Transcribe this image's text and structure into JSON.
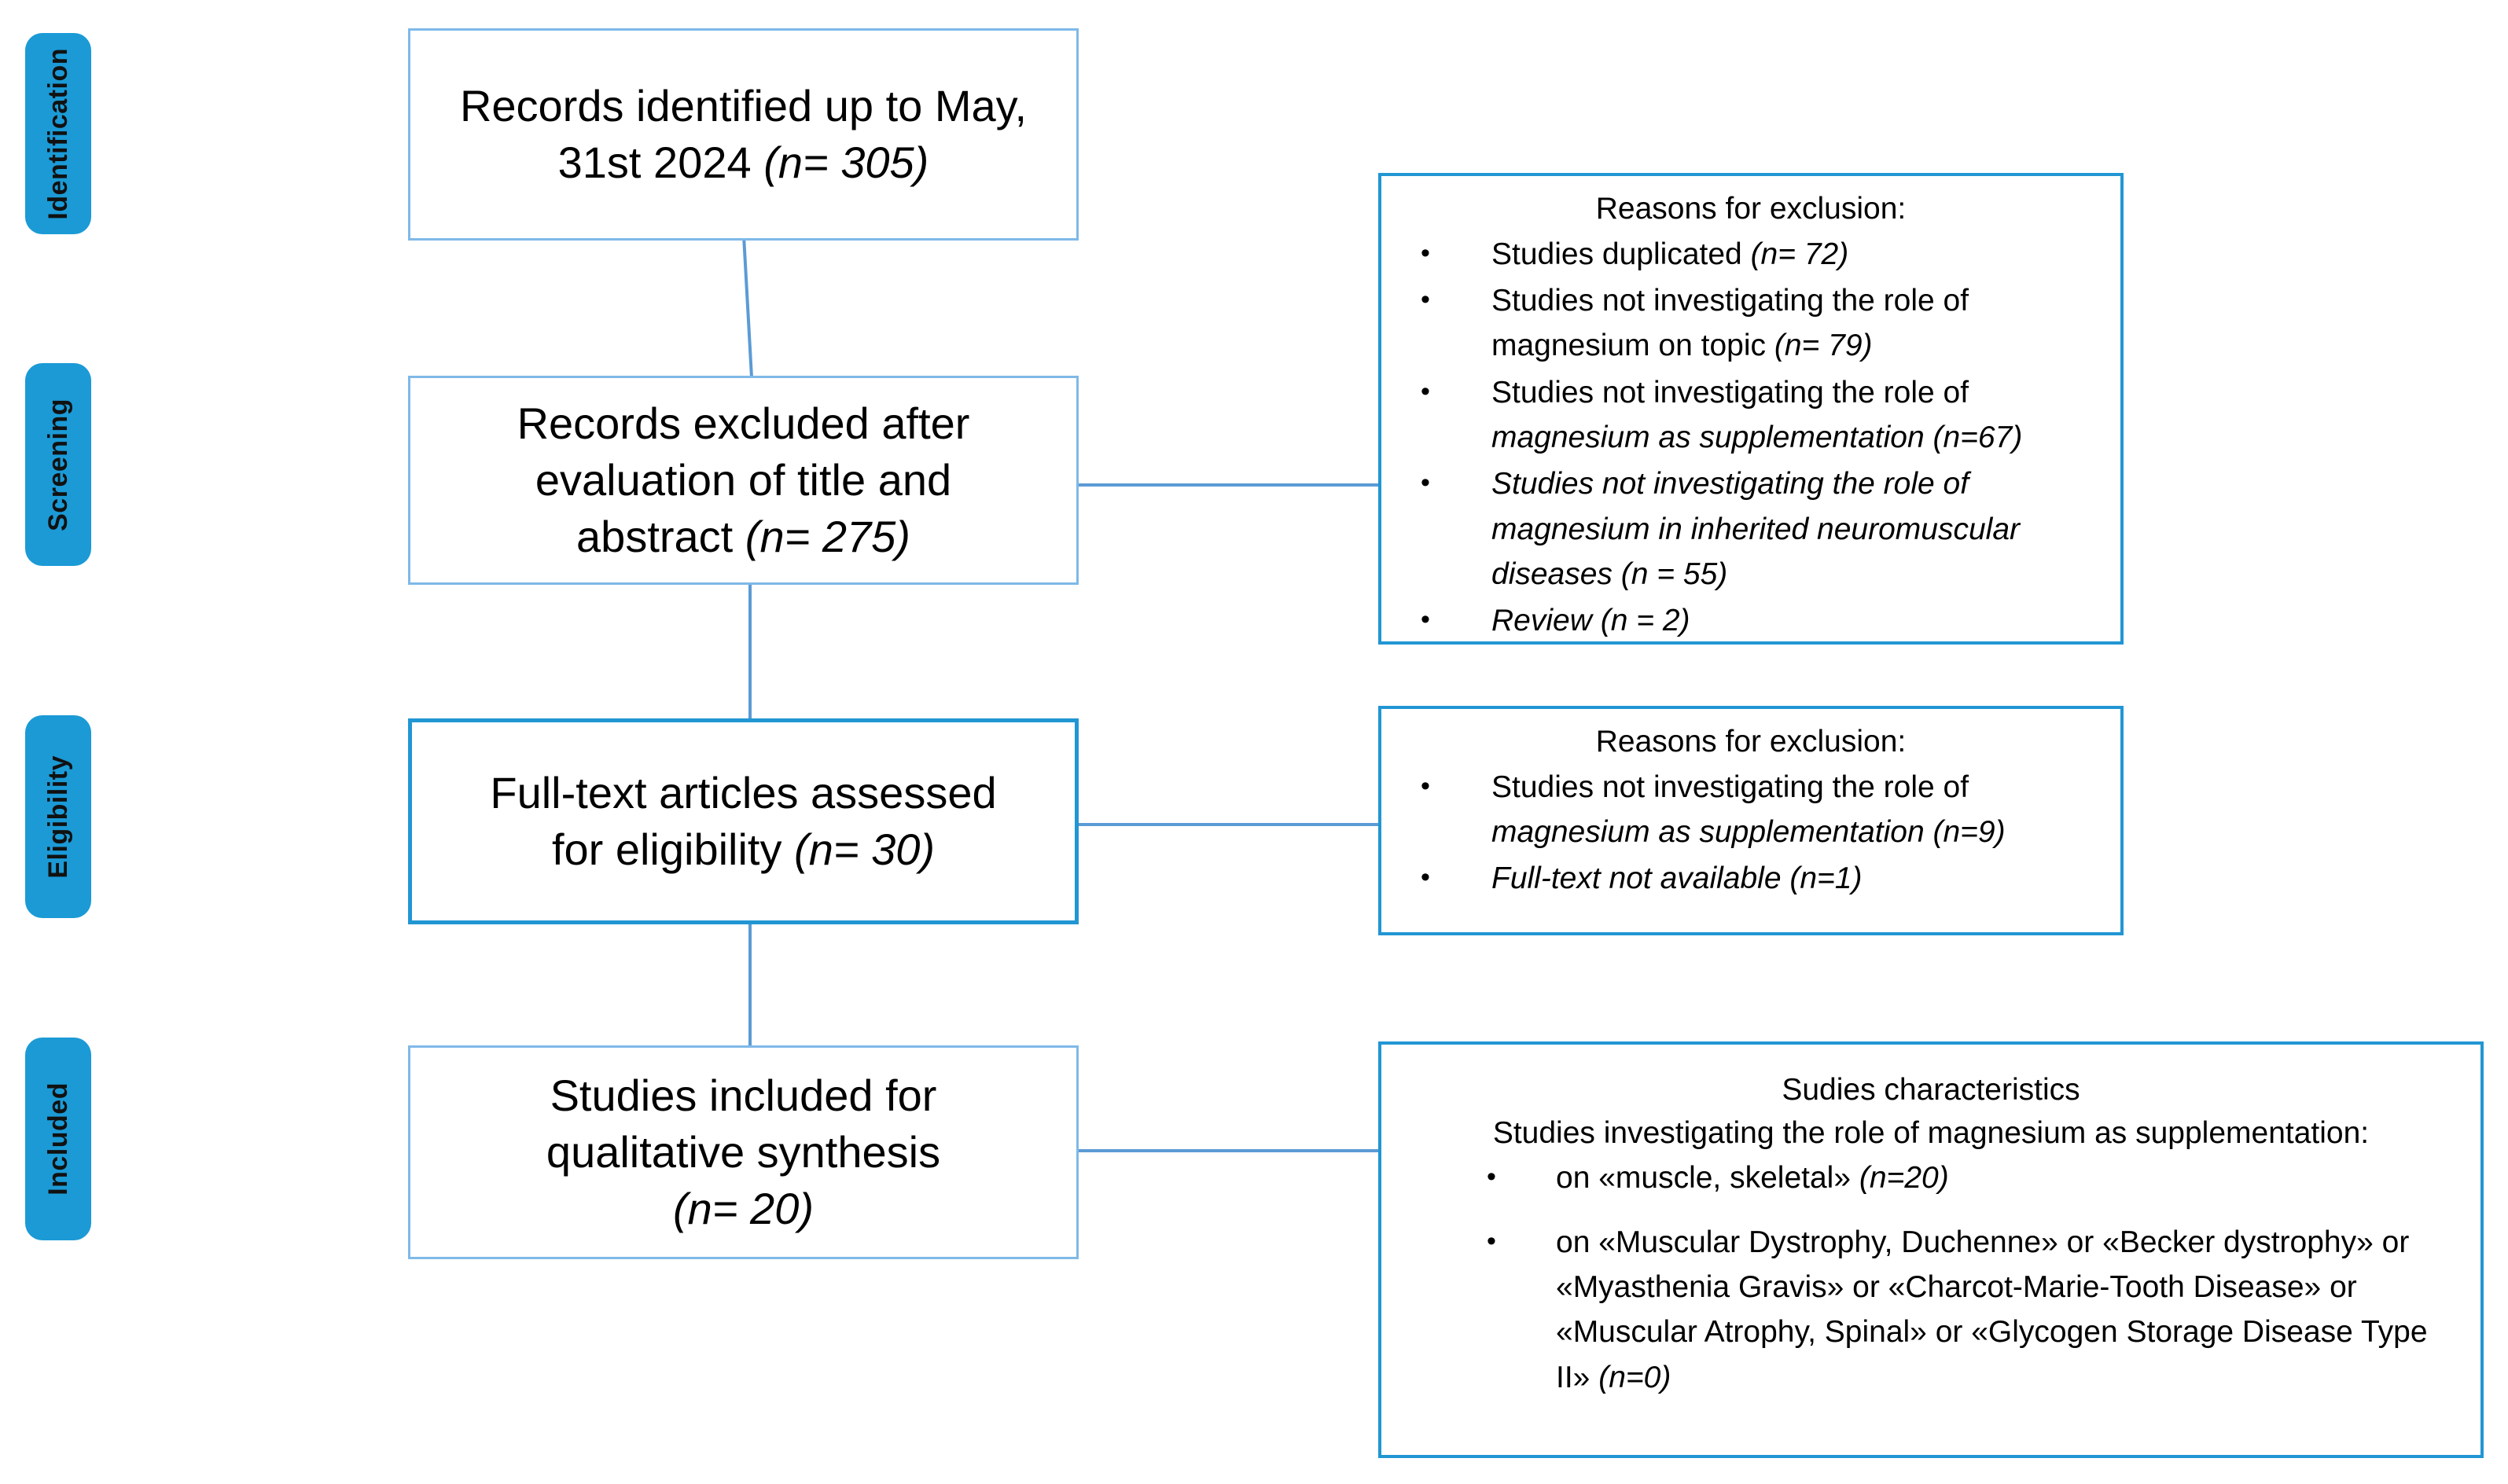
{
  "diagram": {
    "type": "prisma-flow-diagram",
    "accent_color": "#2196D3",
    "stage_tab_color": "#1B9AD6",
    "connector_color": "#5B9BD5",
    "box_border_color": "#7FB9E8"
  },
  "stages": [
    {
      "label": "Identification"
    },
    {
      "label": "Screening"
    },
    {
      "label": "Eligibility"
    },
    {
      "label": "Included"
    }
  ],
  "flow_boxes": [
    {
      "name": "records-identified",
      "line1": "Records identified up to May,",
      "line2_plain": "31st 2024 ",
      "line2_italic": "(n= 305)"
    },
    {
      "name": "records-excluded",
      "line1": "Records excluded after",
      "line2": "evaluation of title and",
      "line3_plain": "abstract ",
      "line3_italic": "(n= 275)"
    },
    {
      "name": "full-text-assessed",
      "line1": "Full-text articles assessed",
      "line2_plain": "for eligibility ",
      "line2_italic": "(n= 30)"
    },
    {
      "name": "studies-included",
      "line1": "Studies included for",
      "line2": "qualitative synthesis",
      "line3_italic": "(n= 20)"
    }
  ],
  "note_boxes": [
    {
      "name": "screening-exclusions",
      "title": "Reasons for exclusion:",
      "items": [
        {
          "plain": "Studies duplicated ",
          "italic": "(n= 72)",
          "all_italic": false
        },
        {
          "plain": "Studies not investigating the role of magnesium on topic  ",
          "italic": "(n= 79)",
          "all_italic": false
        },
        {
          "plain": "Studies not investigating the role of ",
          "italic": "magnesium as supplementation (n=67)",
          "all_italic": false
        },
        {
          "plain": "",
          "italic": "Studies not investigating the role of magnesium in inherited neuromuscular diseases (n = 55)",
          "all_italic": true
        },
        {
          "plain": "",
          "italic": "Review (n = 2)",
          "all_italic": true
        }
      ]
    },
    {
      "name": "eligibility-exclusions",
      "title": "Reasons for exclusion:",
      "items": [
        {
          "plain": "Studies not investigating the role of ",
          "italic": "magnesium as supplementation (n=9)",
          "all_italic": false
        },
        {
          "plain": "",
          "italic": "Full-text not available (n=1)",
          "all_italic": true
        }
      ]
    },
    {
      "name": "studies-characteristics",
      "title": "Sudies characteristics",
      "lead": "Studies investigating the role of magnesium as supplementation:",
      "items": [
        {
          "plain": "on «muscle, skeletal» ",
          "italic": "(n=20)",
          "all_italic": false
        },
        {
          "plain": "on «Muscular Dystrophy, Duchenne» or «Becker dystrophy» or «Myasthenia Gravis» or «Charcot-Marie-Tooth Disease» or «Muscular Atrophy, Spinal» or «Glycogen Storage Disease Type II» ",
          "italic": "(n=0)",
          "all_italic": false
        }
      ]
    }
  ]
}
